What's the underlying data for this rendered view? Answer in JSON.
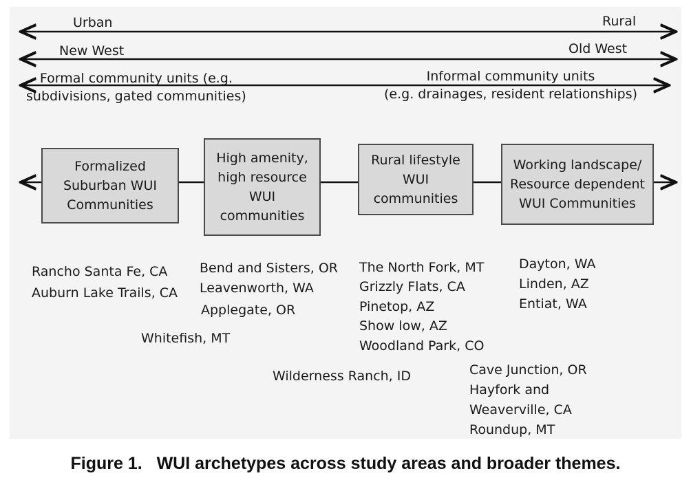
{
  "scales": [
    {
      "left": "Urban",
      "right": "Rural"
    },
    {
      "left": "New West",
      "right": "Old West"
    },
    {
      "left": "Formal community units (e.g.\nsubdivisions, gated communities)",
      "right": "Informal community units\n(e.g. drainages, resident relationships)"
    }
  ],
  "archetypes": [
    {
      "label": "Formalized\nSuburban WUI\nCommunities"
    },
    {
      "label": "High amenity,\nhigh resource\nWUI\ncommunities"
    },
    {
      "label": "Rural lifestyle\nWUI\ncommunities"
    },
    {
      "label": "Working landscape/\nResource dependent\nWUI Communities"
    }
  ],
  "places": {
    "formalized": [
      "Rancho Santa Fe, CA",
      "Auburn Lake Trails, CA"
    ],
    "high_amenity": [
      "Bend and Sisters, OR",
      "Leavenworth, WA",
      "Applegate, OR"
    ],
    "between_1_2": [
      "Whitefish, MT"
    ],
    "rural_lifestyle": [
      "The North Fork, MT",
      "Grizzly Flats, CA",
      "Pinetop, AZ",
      "Show low, AZ",
      "Woodland Park, CO"
    ],
    "between_2_3": [
      "Wilderness Ranch, ID"
    ],
    "working": [
      "Dayton, WA",
      "Linden, AZ",
      "Entiat, WA"
    ],
    "between_3_4": [
      "Cave Junction, OR",
      "Hayfork and",
      "Weaverville, CA",
      "Roundup, MT"
    ]
  },
  "caption": {
    "number": "Figure 1.",
    "text": "WUI archetypes across study areas and broader themes."
  }
}
